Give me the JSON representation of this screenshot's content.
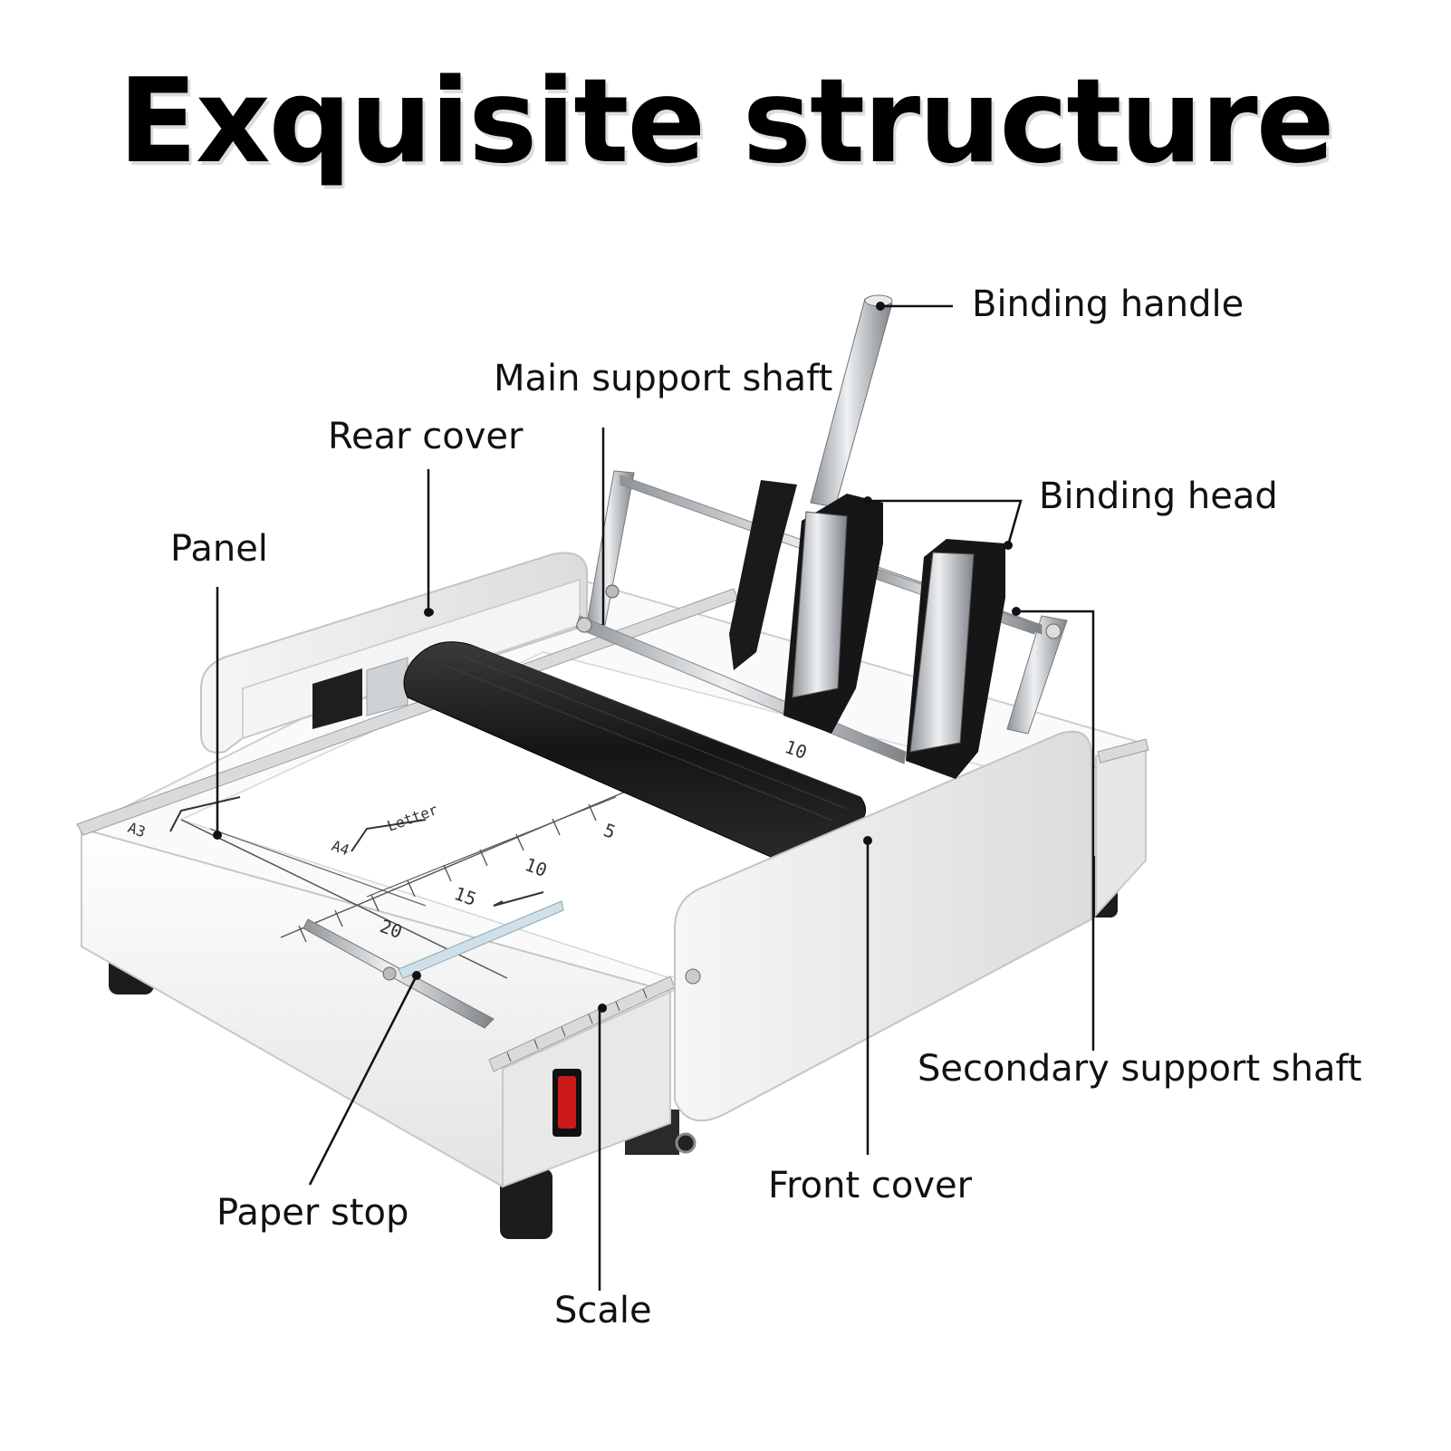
{
  "title": "Exquisite structure",
  "labels": {
    "binding_handle": "Binding handle",
    "main_support_shaft": "Main support shaft",
    "rear_cover": "Rear cover",
    "binding_head": "Binding head",
    "panel": "Panel",
    "secondary_support_shaft": "Secondary support shaft",
    "paper_stop": "Paper stop",
    "front_cover": "Front cover",
    "scale": "Scale"
  },
  "scale_marks": {
    "a3": "A3",
    "a4": "A4",
    "letter": "Letter",
    "five": "5",
    "ten": "10",
    "fifteen": "15",
    "twenty": "20",
    "ten_right": "10"
  },
  "colors": {
    "body": "#f2f2f2",
    "roller": "#1e1e1e",
    "steel": "#b8bcc0",
    "switch": "#cc1a1a",
    "leader_line": "#111111"
  }
}
